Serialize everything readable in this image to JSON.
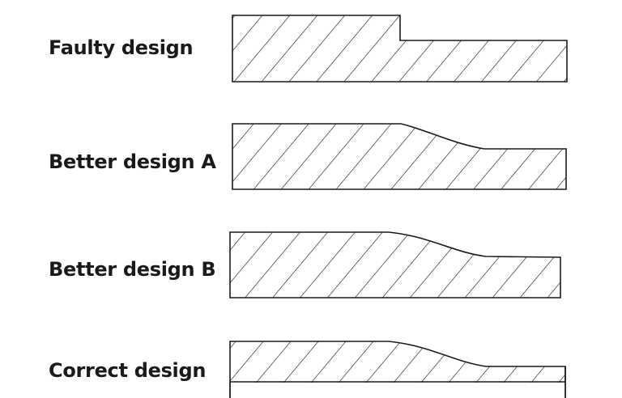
{
  "labels": [
    "Faulty design",
    "Better design A",
    "Better design B",
    "Correct design"
  ],
  "colors": {
    "stroke": "#1a1a1a",
    "background": "#ffffff"
  }
}
